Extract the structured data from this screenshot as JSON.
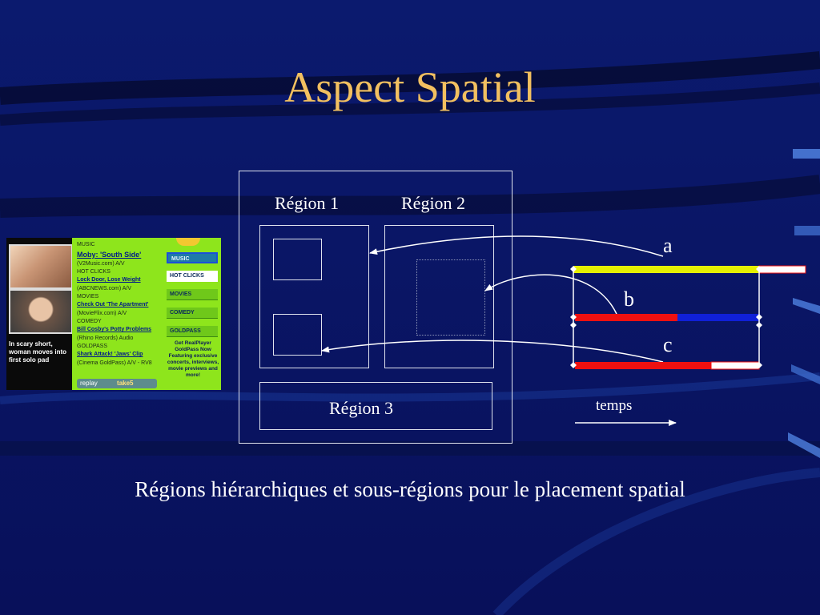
{
  "slide": {
    "title": "Aspect Spatial",
    "caption": "Régions hiérarchiques et sous-régions pour le placement spatial"
  },
  "regions": {
    "region1_label": "Région 1",
    "region2_label": "Région 2",
    "region3_label": "Région 3"
  },
  "timeline": {
    "labels": [
      "a",
      "b",
      "c"
    ],
    "temps_label": "temps"
  },
  "screenshot": {
    "left_text": "In scary short, woman moves into first solo pad",
    "lines": [
      {
        "text": "MUSIC",
        "style": "plain"
      },
      {
        "text": "Moby: 'South Side'",
        "style": "link-big"
      },
      {
        "text": "(V2Music.com) A/V",
        "style": "plain"
      },
      {
        "text": "HOT CLICKS",
        "style": "plain"
      },
      {
        "text": "Lock Door, Lose Weight",
        "style": "link"
      },
      {
        "text": "(ABCNEWS.com) A/V",
        "style": "plain"
      },
      {
        "text": "MOVIES",
        "style": "plain"
      },
      {
        "text": "Check Out 'The Apartment'",
        "style": "link"
      },
      {
        "text": "(MovieFlix.com) A/V",
        "style": "plain"
      },
      {
        "text": "COMEDY",
        "style": "plain"
      },
      {
        "text": "Bill Cosby's Potty Problems",
        "style": "link"
      },
      {
        "text": "(Rhino Records) Audio",
        "style": "plain"
      },
      {
        "text": "GOLDPASS",
        "style": "plain"
      },
      {
        "text": "Shark Attack! 'Jaws' Clip",
        "style": "link"
      },
      {
        "text": "(Cinema GoldPass) A/V - RV8",
        "style": "plain"
      }
    ],
    "nav": [
      "MUSIC",
      "HOT CLICKS",
      "MOVIES",
      "COMEDY",
      "GOLDPASS"
    ],
    "promo": "Get RealPlayer GoldPass Now Featuring exclusive concerts, interviews, movie previews and more!",
    "replay": "replay",
    "take5": "take5"
  },
  "colors": {
    "background": "#0a1460",
    "title": "#f2c060",
    "bar_yellow": "#e6f000",
    "bar_red": "#ee1010",
    "bar_blue": "#1020d8",
    "bar_white": "#ffffff"
  }
}
